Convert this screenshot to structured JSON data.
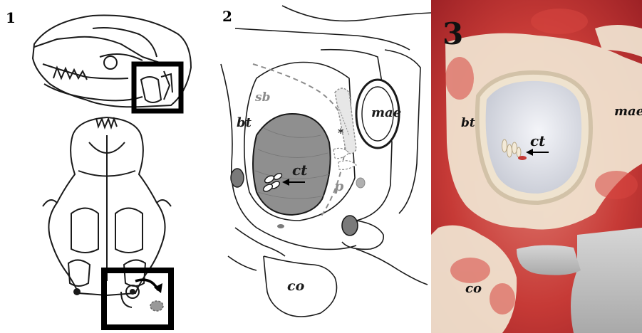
{
  "panels": [
    {
      "number": "1"
    },
    {
      "number": "2",
      "labels": {
        "sb": "sb",
        "bt": "bt",
        "ct": "ct",
        "mae": "mae",
        "p": "p",
        "asterisk": "*",
        "co": "co"
      }
    },
    {
      "number": "3",
      "labels": {
        "bt": "bt",
        "ct": "ct",
        "mae": "mae",
        "co": "co"
      }
    }
  ],
  "colors": {
    "line": "#1a1a1a",
    "gray_dashed": "#8c8c8c",
    "bulla_fill": "#8f8f8f",
    "foramen_fill": "#7a7a7a",
    "tissue_red": "#c63a36",
    "bone_cream": "#f1e6d3",
    "membrane": "#dfe2ea",
    "background_gray": "#bfbfbf"
  }
}
